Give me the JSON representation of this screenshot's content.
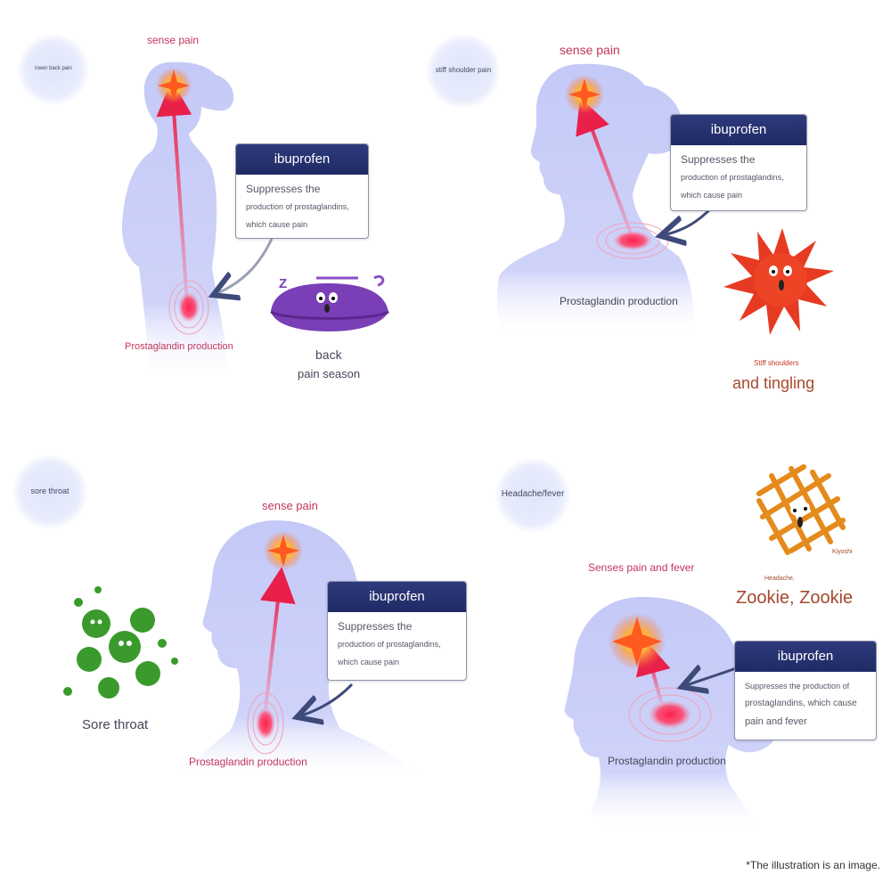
{
  "footnote": "*The illustration is an image.",
  "colors": {
    "silhouette": "#c9cdf8",
    "ibuprofen_header": "#27336f",
    "pain_red": "#e8294f",
    "label_pink": "#c2365a"
  },
  "panels": {
    "lower_back": {
      "title": "lower back pain",
      "sense": "sense pain",
      "prostaglandin": "Prostaglandin production",
      "card": {
        "header": "ibuprofen",
        "line1": "Suppresses the",
        "line2": "production of prostaglandins,",
        "line3": "which cause pain"
      },
      "character_label1": "back",
      "character_label2": "pain season",
      "sound": "Z"
    },
    "shoulder": {
      "title": "stiff shoulder pain",
      "sense": "sense pain",
      "prostaglandin": "Prostaglandin production",
      "card": {
        "header": "ibuprofen",
        "line1": "Suppresses the",
        "line2": "production of prostaglandins,",
        "line3": "which cause pain"
      },
      "character_label1": "Stiff shoulders",
      "character_label2": "and tingling"
    },
    "throat": {
      "title": "sore throat",
      "sense": "sense pain",
      "prostaglandin": "Prostaglandin production",
      "card": {
        "header": "ibuprofen",
        "line1": "Suppresses the",
        "line2": "production of prostaglandins,",
        "line3": "which cause pain"
      },
      "character_label": "Sore throat"
    },
    "headache": {
      "title": "Headache/fever",
      "sense": "Senses pain and fever",
      "prostaglandin": "Prostaglandin production",
      "card": {
        "header": "ibuprofen",
        "line1": "Suppresses the production of",
        "line2": "prostaglandins, which cause",
        "line3": "pain and fever"
      },
      "character_small": "Kiyoshi",
      "character_label1": "Headache,",
      "character_label2": "Zookie, Zookie"
    }
  }
}
